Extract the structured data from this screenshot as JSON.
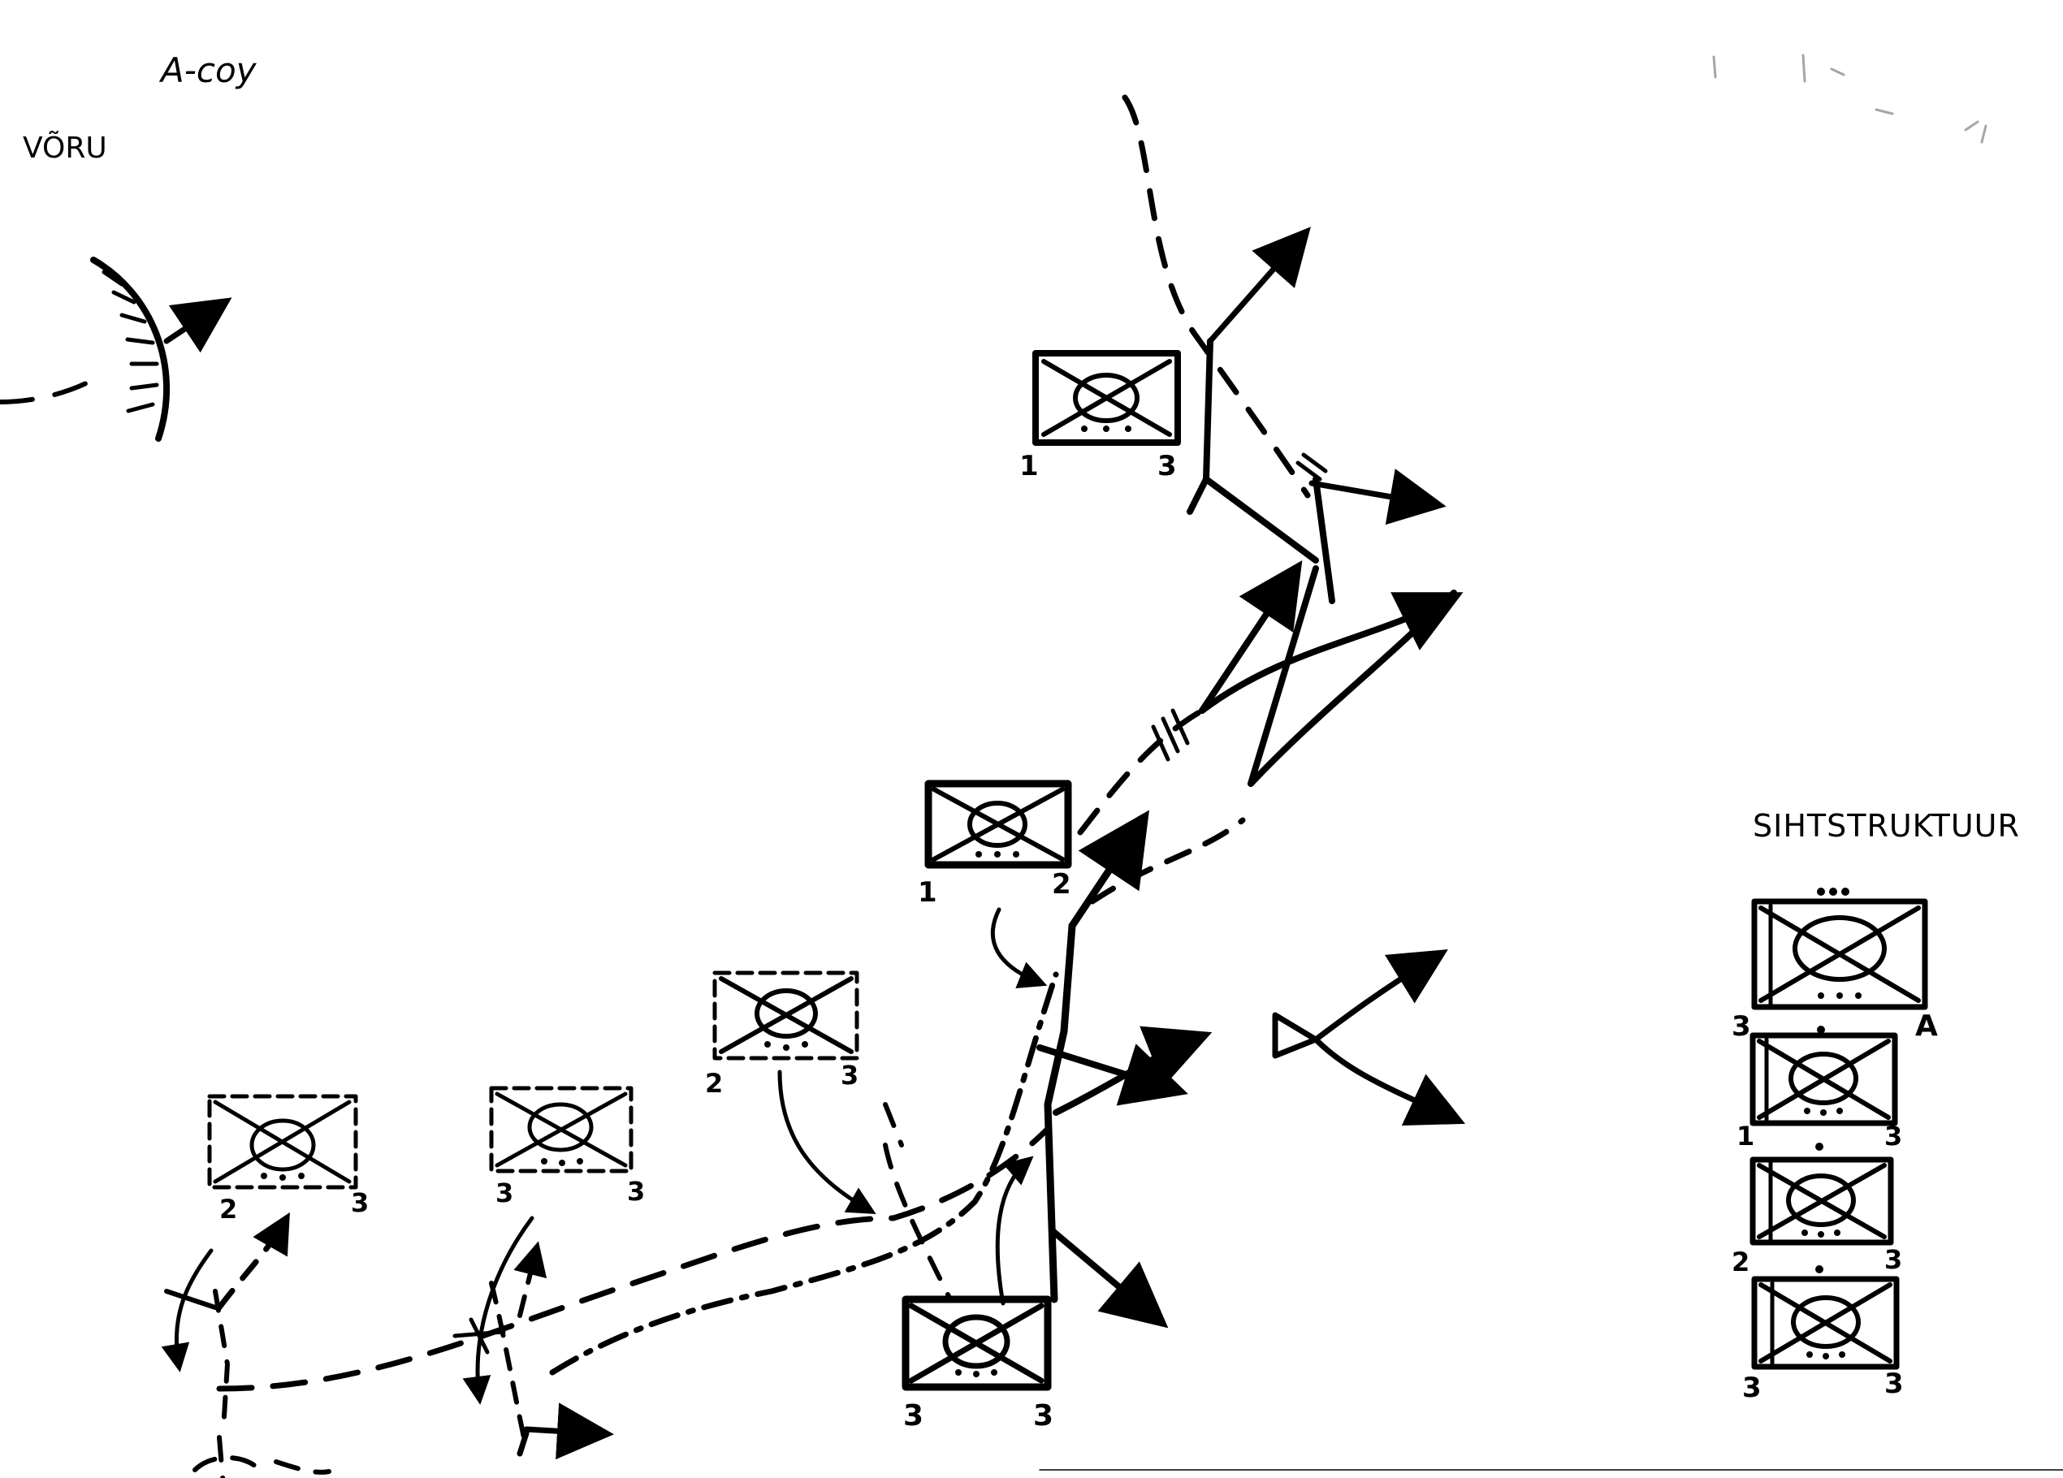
{
  "labels": {
    "unit": "A-coy",
    "place": "VÕRU",
    "legend_title": "SIHTSTRUKTUUR"
  },
  "units": [
    {
      "id": "unit-top",
      "left": "1",
      "right": "3"
    },
    {
      "id": "unit-mid",
      "left": "1",
      "right": "2"
    },
    {
      "id": "unit-dashed-upper",
      "left": "2",
      "right": "3"
    },
    {
      "id": "unit-dashed-right",
      "left": "3",
      "right": "3"
    },
    {
      "id": "unit-dashed-left",
      "left": "2",
      "right": "3"
    },
    {
      "id": "unit-bottom",
      "left": "3",
      "right": "3"
    }
  ],
  "legend_units": [
    {
      "left": "3",
      "right": "A"
    },
    {
      "left": "1",
      "right": "3"
    },
    {
      "left": "2",
      "right": "3"
    },
    {
      "left": "3",
      "right": "3"
    }
  ],
  "colors": {
    "ink": "#000000",
    "paper": "#ffffff"
  }
}
